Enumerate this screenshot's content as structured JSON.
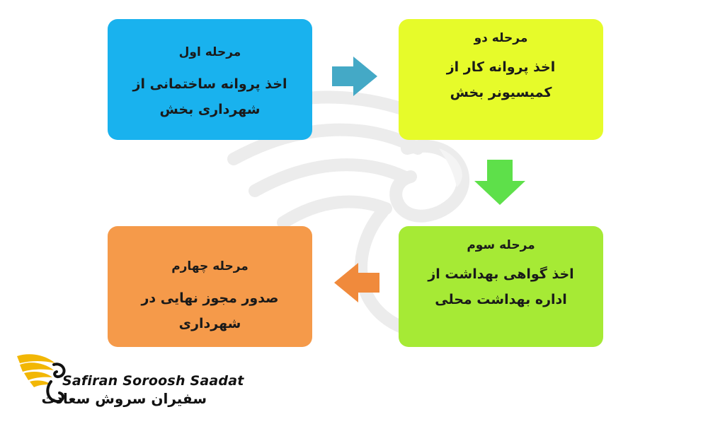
{
  "steps": [
    {
      "stage": "مرحله اول",
      "description": "اخذ پروانه ساختمانی از شهرداری بخش"
    },
    {
      "stage": "مرحله دو",
      "description": "اخذ پروانه کار از کمیسیونر بخش"
    },
    {
      "stage": "مرحله سوم",
      "description": "اخذ گواهی بهداشت از اداره بهداشت محلی"
    },
    {
      "stage": "مرحله چهارم",
      "description": "صدور مجوز نهایی در شهرداری"
    }
  ],
  "colors": {
    "step1": "#19b2ee",
    "step2": "#e6fb2a",
    "step3": "#a6ea35",
    "step4": "#f59a4a",
    "arrow_right": "#44a9c6",
    "arrow_down": "#5ee04a",
    "arrow_left": "#f08a3c",
    "logo_gold": "#f2b705"
  },
  "logo": {
    "latin": "Safiran Soroosh Saadat",
    "persian": "سفیران سروش سعادت"
  }
}
